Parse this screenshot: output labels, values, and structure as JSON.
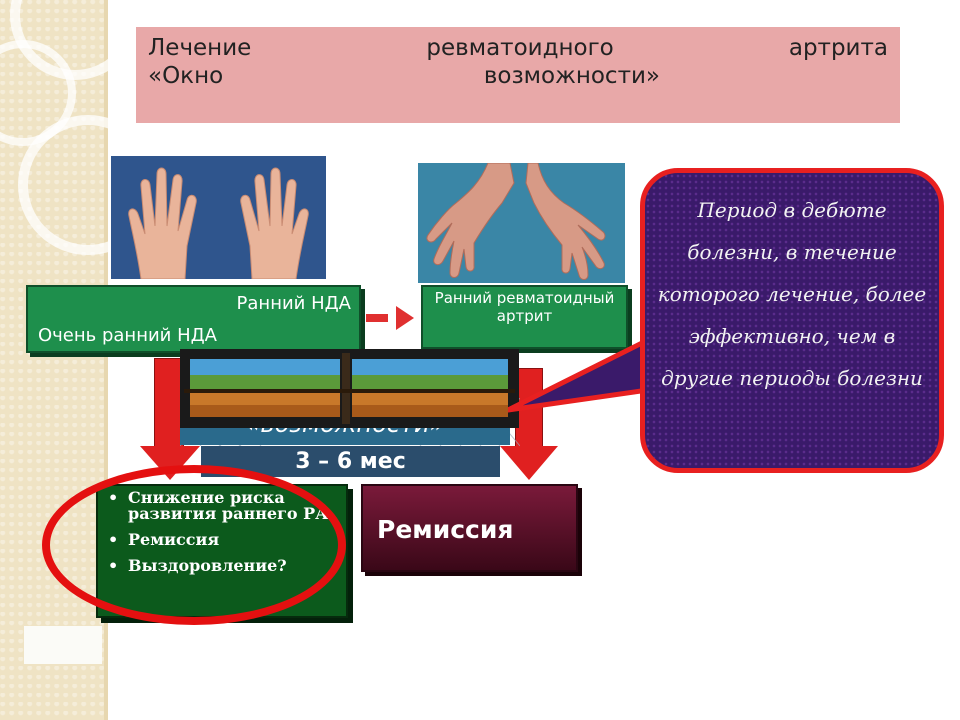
{
  "title": {
    "line1": [
      "Лечение",
      "ревматоидного",
      "артрита"
    ],
    "line2": [
      "«Окно",
      "возможности»"
    ]
  },
  "early_box": {
    "line1": "Ранний НДА",
    "line2": "Очень ранний НДА"
  },
  "ra_box": {
    "label": "Ранний ревматоидный артрит"
  },
  "window": {
    "caption": "«возможности»"
  },
  "duration": "3 – 6 мес",
  "outcomes": {
    "items": [
      "Снижение риска развития раннего РА",
      "Ремиссия",
      "Выздоровление?"
    ]
  },
  "remission": "Ремиссия",
  "callout": {
    "text": "Период в дебюте болезни, в течение которого лечение, более эффективно, чем в другие периоды болезни"
  },
  "colors": {
    "title_bg": "#e8a8a8",
    "green_box": "#1e8f4c",
    "dark_green_box": "#0c5a1c",
    "remission_bg": "#7a1a3a",
    "callout_bg": "#3a1a6a",
    "accent_red": "#e41010"
  }
}
